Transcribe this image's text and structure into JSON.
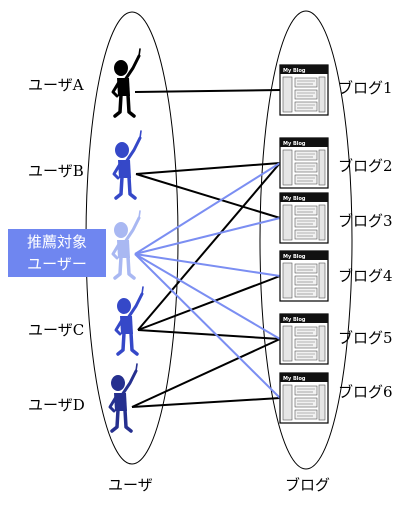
{
  "groups": {
    "users": "ユーザ",
    "blogs": "ブログ"
  },
  "recommended": {
    "line1": "推薦対象",
    "line2": "ユーザー"
  },
  "users": [
    {
      "id": "A",
      "label": "ユーザA",
      "color": "#000000"
    },
    {
      "id": "B",
      "label": "ユーザB",
      "color": "#3548c8"
    },
    {
      "id": "R",
      "label": "",
      "color": "#a9b8f2"
    },
    {
      "id": "C",
      "label": "ユーザC",
      "color": "#3548c8"
    },
    {
      "id": "D",
      "label": "ユーザD",
      "color": "#26308f"
    }
  ],
  "blogs": [
    {
      "id": 1,
      "label": "ブログ1",
      "window_title": "My Blog"
    },
    {
      "id": 2,
      "label": "ブログ2",
      "window_title": "My Blog"
    },
    {
      "id": 3,
      "label": "ブログ3",
      "window_title": "My Blog"
    },
    {
      "id": 4,
      "label": "ブログ4",
      "window_title": "My Blog"
    },
    {
      "id": 5,
      "label": "ブログ5",
      "window_title": "My Blog"
    },
    {
      "id": 6,
      "label": "ブログ6",
      "window_title": "My Blog"
    }
  ],
  "links": [
    {
      "user": "A",
      "blog": 1,
      "kind": "existing"
    },
    {
      "user": "B",
      "blog": 2,
      "kind": "existing"
    },
    {
      "user": "B",
      "blog": 3,
      "kind": "existing"
    },
    {
      "user": "C",
      "blog": 2,
      "kind": "existing"
    },
    {
      "user": "C",
      "blog": 4,
      "kind": "existing"
    },
    {
      "user": "C",
      "blog": 5,
      "kind": "existing"
    },
    {
      "user": "D",
      "blog": 5,
      "kind": "existing"
    },
    {
      "user": "D",
      "blog": 6,
      "kind": "existing"
    },
    {
      "user": "R",
      "blog": 2,
      "kind": "recommended"
    },
    {
      "user": "R",
      "blog": 3,
      "kind": "recommended"
    },
    {
      "user": "R",
      "blog": 4,
      "kind": "recommended"
    },
    {
      "user": "R",
      "blog": 5,
      "kind": "recommended"
    },
    {
      "user": "R",
      "blog": 6,
      "kind": "recommended"
    }
  ],
  "colors": {
    "existing_link": "#000000",
    "recommended_link": "#7b8ef2",
    "label_box": "#6f86f0"
  }
}
